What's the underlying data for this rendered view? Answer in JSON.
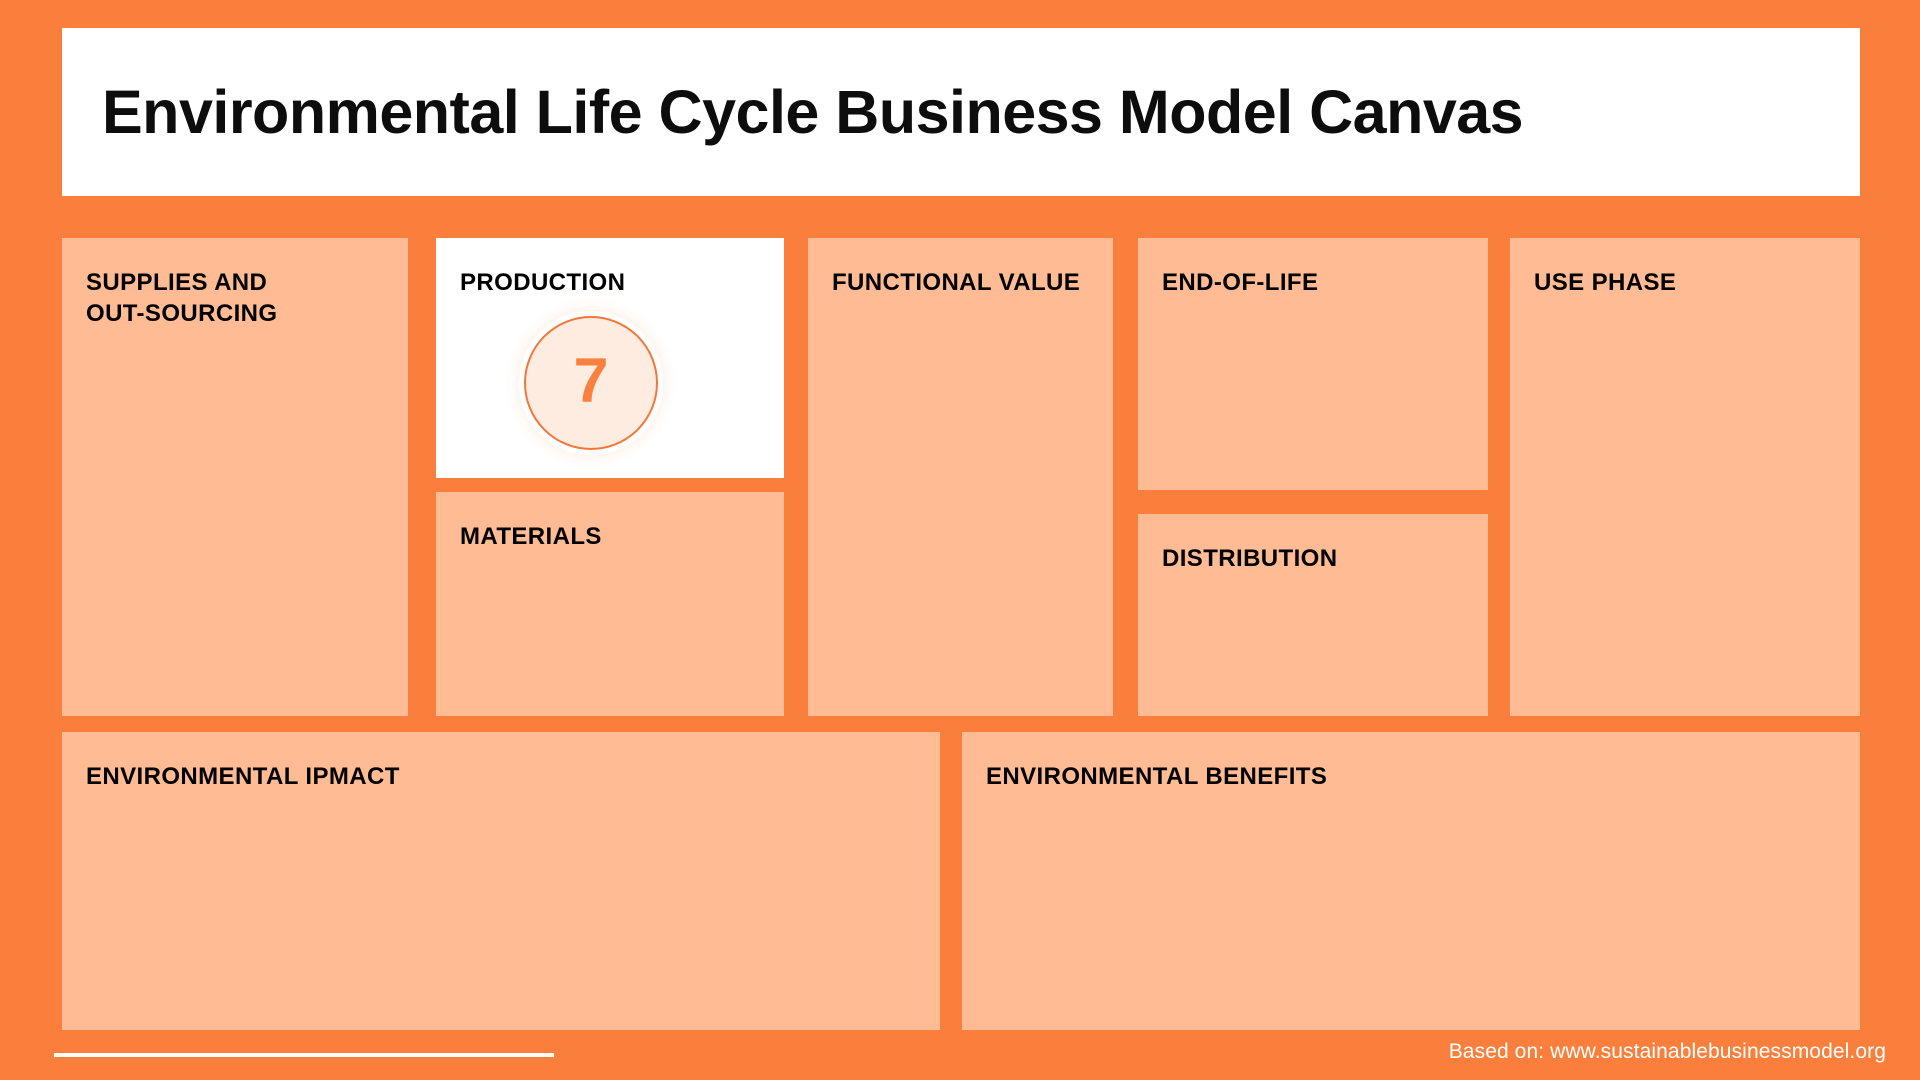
{
  "page": {
    "title": "Environmental Life Cycle Business Model Canvas",
    "background_color": "#FB7F3C",
    "card_color": "#FFBB94",
    "accent_color": "#F9813F"
  },
  "cards": {
    "supplies": {
      "label": "SUPPLIES AND\nOUT-SOURCING"
    },
    "production": {
      "label": "PRODUCTION",
      "badge_number": "7"
    },
    "materials": {
      "label": "MATERIALS"
    },
    "functional_value": {
      "label": "FUNCTIONAL VALUE"
    },
    "end_of_life": {
      "label": "END-OF-LIFE"
    },
    "distribution": {
      "label": "DISTRIBUTION"
    },
    "use_phase": {
      "label": "USE PHASE"
    },
    "environmental_impact": {
      "label": "ENVIRONMENTAL IPMACT"
    },
    "environmental_benefits": {
      "label": "ENVIRONMENTAL BENEFITS"
    }
  },
  "footer": {
    "attribution": "Based on: www.sustainablebusinessmodel.org"
  }
}
